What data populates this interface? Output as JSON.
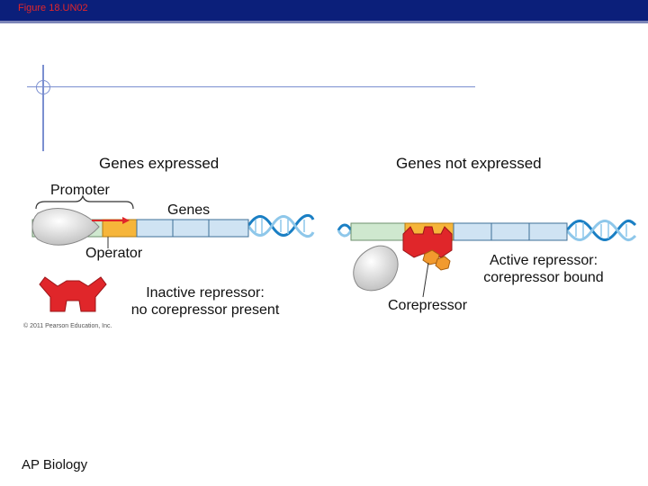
{
  "header": {
    "figure_title": "Figure 18.UN02",
    "bar_color": "#0b1f7a"
  },
  "left_panel": {
    "title": "Genes expressed",
    "promoter_label": "Promoter",
    "genes_label": "Genes",
    "operator_label": "Operator",
    "repressor_label_line1": "Inactive repressor:",
    "repressor_label_line2": "no corepressor present"
  },
  "right_panel": {
    "title": "Genes not expressed",
    "repressor_label_line1": "Active repressor:",
    "repressor_label_line2": "corepressor bound",
    "corepressor_label": "Corepressor"
  },
  "copyright": "© 2011 Pearson Education, Inc.",
  "footer": {
    "course": "AP Biology"
  },
  "colors": {
    "promoter": "#cfe8cf",
    "operator": "#f6b53a",
    "gene": "#cfe3f3",
    "repressor": "#e0262a",
    "corepressor": "#f29a2e",
    "polymerase": "#d9d9d9",
    "arrow": "#e0262a"
  }
}
